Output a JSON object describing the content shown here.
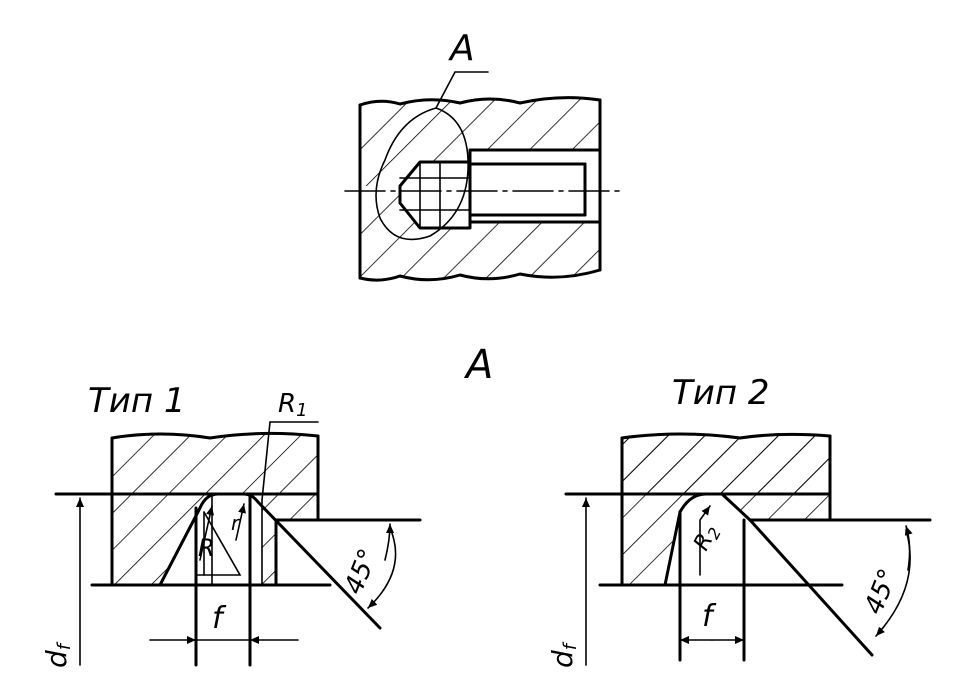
{
  "top_view": {
    "label": "A"
  },
  "detail_title": "A",
  "type1": {
    "title": "Тип 1",
    "dim_r1": "R",
    "dim_r1_sub": "1",
    "dim_r": "R",
    "dim_r_small": "r",
    "dim_f": "f",
    "dim_angle": "45°",
    "dim_df": "d",
    "dim_df_sub": "f"
  },
  "type2": {
    "title": "Тип 2",
    "dim_r2": "R",
    "dim_r2_sub": "2",
    "dim_f": "f",
    "dim_angle": "45°",
    "dim_df": "d",
    "dim_df_sub": "f"
  }
}
